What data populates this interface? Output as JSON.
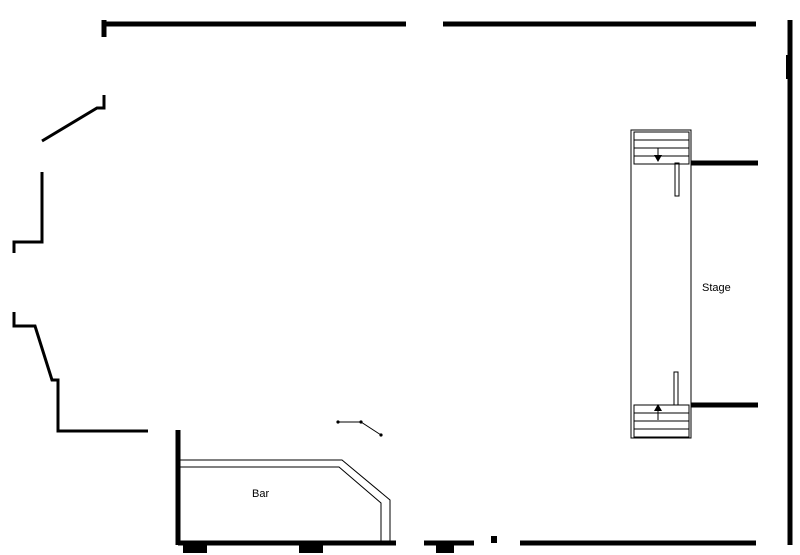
{
  "floor_plan": {
    "rooms": {
      "stage": {
        "label": "Stage"
      },
      "bar": {
        "label": "Bar"
      }
    },
    "stairs": [
      {
        "name": "upper-stair",
        "direction": "down"
      },
      {
        "name": "lower-stair",
        "direction": "up"
      }
    ],
    "colors": {
      "wall": "#000000",
      "background": "#ffffff"
    }
  }
}
